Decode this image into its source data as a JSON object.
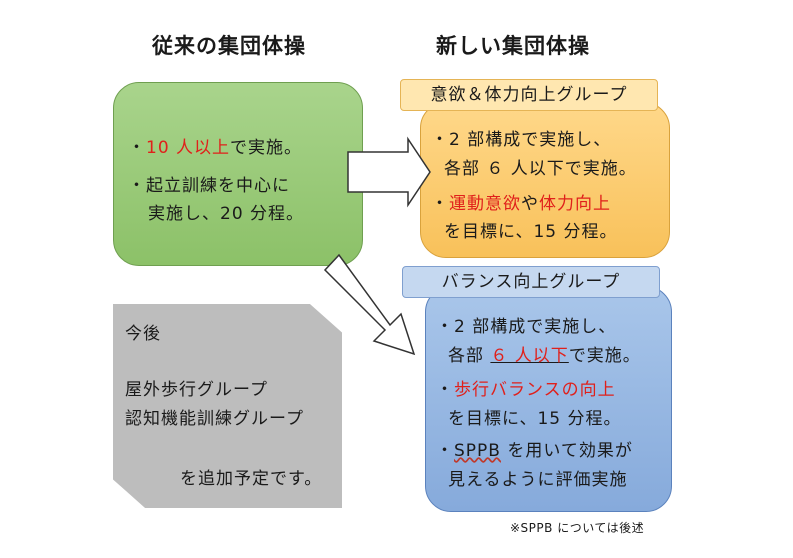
{
  "headings": {
    "left": "従来の集団体操",
    "right": "新しい集団体操"
  },
  "conventional_box": {
    "line1_bullet": "・",
    "line1_highlight": "10 人以上",
    "line1_rest": "で実施。",
    "line2_bullet": "・",
    "line2": "起立訓練を中心に",
    "line3": "実施し、20 分程。"
  },
  "motivation_group": {
    "title": "意欲＆体力向上グループ",
    "line1": "・2 部構成で実施し、",
    "line2": "各部 ６ 人以下で実施。",
    "line3_bullet": "・",
    "line3_red1": "運動意欲",
    "line3_mid": "や",
    "line3_red2": "体力向上",
    "line4": "を目標に、15 分程。"
  },
  "balance_group": {
    "title": "バランス向上グループ",
    "line1": "・2 部構成で実施し、",
    "line2_pre": "各部 ",
    "line2_red": "６ 人以下",
    "line2_post": "で実施。",
    "line3_bullet": "・",
    "line3_red": "歩行バランスの向上",
    "line4": "を目標に、15 分程。",
    "line5_bullet": "・",
    "line5_wavy": "SPPB",
    "line5_rest": " を用いて効果が",
    "line6": "見えるように評価実施"
  },
  "future_box": {
    "title": "今後",
    "line1": "屋外歩行グループ",
    "line2": "認知機能訓練グループ",
    "line3": "を追加予定です。"
  },
  "footnote": "※SPPB については後述",
  "colors": {
    "green": "#8cc168",
    "orange": "#f8c15a",
    "blue": "#86aadb",
    "gray": "#bdbdbd",
    "highlight_red": "#e0201b"
  }
}
